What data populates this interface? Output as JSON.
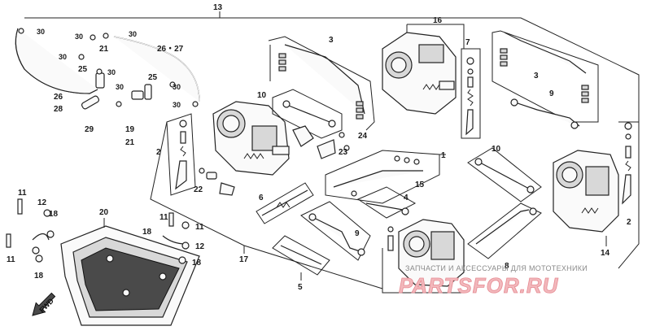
{
  "callouts": {
    "c13": "13",
    "c16": "16",
    "c3a": "3",
    "c7": "7",
    "c3b": "3",
    "c30a": "30",
    "c30b": "30",
    "c30c": "30",
    "c30d": "30",
    "c30e": "30",
    "c30f": "30",
    "c30g": "30",
    "c21a": "21",
    "c25a": "25",
    "c25b": "25",
    "c26_27": "26・27",
    "c26": "26",
    "c28": "28",
    "c29": "29",
    "c19": "19",
    "c21b": "21",
    "c10a": "10",
    "c9a": "9",
    "c2a": "2",
    "c24": "24",
    "c23": "23",
    "c1": "1",
    "c22": "22",
    "c10b": "10",
    "c6": "6",
    "c4": "4",
    "c15": "15",
    "c9b": "9",
    "c2b": "2",
    "c11a": "11",
    "c12a": "12",
    "c18a": "18",
    "c20": "20",
    "c11b": "11",
    "c18b": "18",
    "c11c": "11",
    "c18c": "18",
    "c12b": "12",
    "c18d": "18",
    "c11d": "11",
    "c17": "17",
    "c5": "5",
    "c8": "8",
    "c14": "14"
  },
  "fwd_label": "FWD",
  "watermark": {
    "caption": "ЗАПЧАСТИ И АКСЕССУАРЫ ДЛЯ МОТОТЕХНИКИ",
    "brand": "PARTSFOR.RU"
  },
  "colors": {
    "ink": "#222222",
    "watermark_fill": "#f2b8bc",
    "watermark_stroke": "#e68a92"
  }
}
